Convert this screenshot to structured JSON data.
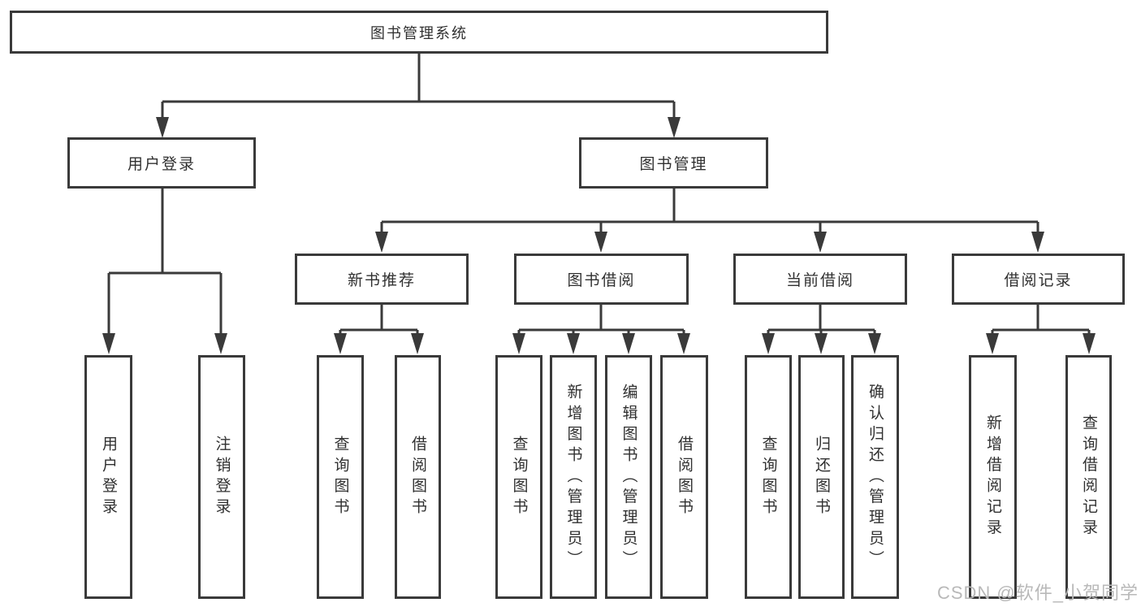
{
  "root": {
    "label": "图书管理系统"
  },
  "branches": {
    "user_login": {
      "label": "用户登录",
      "children": {
        "login": "用户登录",
        "logout": "注销登录"
      }
    },
    "book_management": {
      "label": "图书管理"
    }
  },
  "modules": {
    "new_book_rec": {
      "label": "新书推荐",
      "children": {
        "query_books": "查询图书",
        "borrow_books": "借阅图书"
      }
    },
    "book_borrow": {
      "label": "图书借阅",
      "children": {
        "query_books": "查询图书",
        "add_books": "新增图书（管理员）",
        "edit_books": "编辑图书（管理员）",
        "borrow_books": "借阅图书"
      }
    },
    "current_borrow": {
      "label": "当前借阅",
      "children": {
        "query_books": "查询图书",
        "return_books": "归还图书",
        "confirm_return": "确认归还（管理员）"
      }
    },
    "borrow_records": {
      "label": "借阅记录",
      "children": {
        "add_record": "新增借阅记录",
        "query_record": "查询借阅记录"
      }
    }
  },
  "watermark": {
    "text": "CSDN @软件_小贺同学"
  },
  "colors": {
    "line": "#3a3a3a",
    "text": "#303030",
    "background": "#ffffff",
    "watermark": "#b9b9b9"
  }
}
